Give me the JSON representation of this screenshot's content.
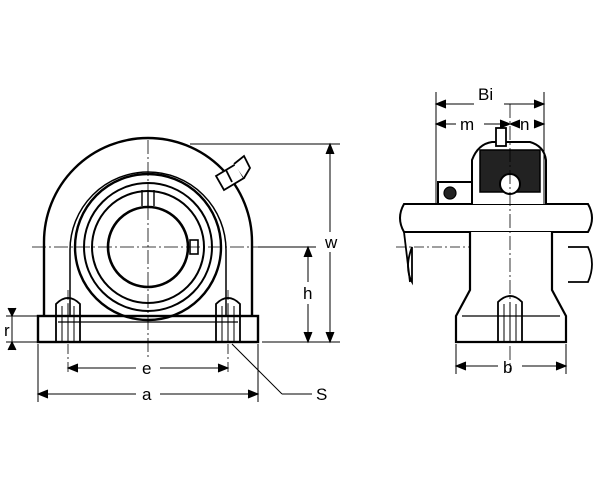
{
  "front_view": {
    "labels": {
      "width_w": "w",
      "height_h": "h",
      "base_r": "r",
      "bolt_spacing_e": "e",
      "length_a": "a",
      "bolt_size_s": "S"
    }
  },
  "side_view": {
    "labels": {
      "inner_width_bi": "Bi",
      "offset_m": "m",
      "offset_n": "n",
      "base_width_b": "b"
    }
  },
  "colors": {
    "line": "#000000",
    "background": "#ffffff"
  }
}
